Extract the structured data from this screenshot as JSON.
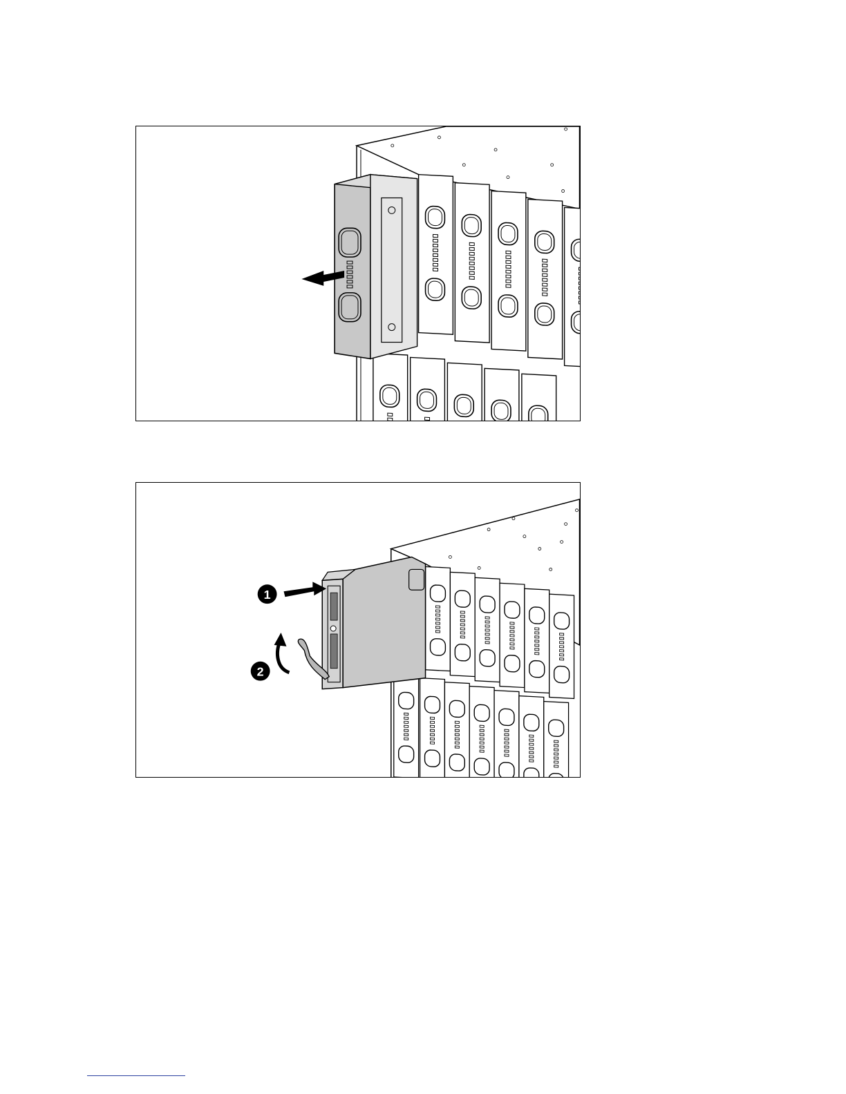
{
  "figures": [
    {
      "id": "remove-blank",
      "arrow": "pull-out"
    },
    {
      "id": "install-blade",
      "steps": [
        {
          "label": "1"
        },
        {
          "label": "2"
        }
      ]
    }
  ],
  "colors": {
    "line": "#000000",
    "panel_gray": "#c8c8c8",
    "footer_rule": "#2a3fa0"
  }
}
